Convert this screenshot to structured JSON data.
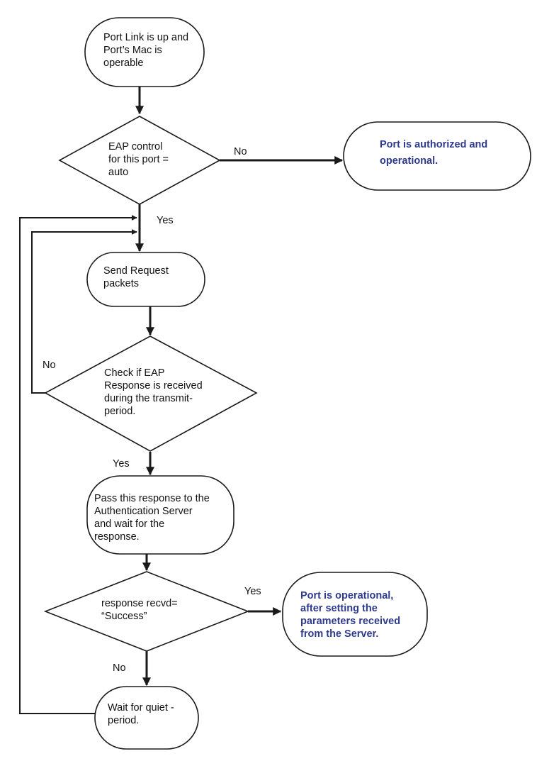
{
  "nodes": {
    "start": [
      "Port Link is up and",
      "Port’s Mac is",
      "operable"
    ],
    "eap_control": [
      "EAP control",
      "for this port =",
      "auto"
    ],
    "authorized": [
      "Port is authorized and",
      "operational."
    ],
    "send_request": [
      "Send Request",
      "packets"
    ],
    "check_response": [
      "Check if EAP",
      "Response is received",
      "during the transmit-",
      "period."
    ],
    "pass_response": [
      "Pass this response to the",
      "Authentication Server",
      "and wait for the",
      "response."
    ],
    "response_success": [
      "response recvd=",
      "“Success”"
    ],
    "operational": [
      "Port is operational,",
      "after setting the",
      "parameters received",
      "from the Server."
    ],
    "wait_quiet": [
      "Wait for quiet -",
      "period."
    ]
  },
  "edge_labels": {
    "eap_no": "No",
    "eap_yes": "Yes",
    "check_no": "No",
    "check_yes": "Yes",
    "success_yes": "Yes",
    "success_no": "No"
  },
  "colors": {
    "outcome_text": "#2e3a8c",
    "stroke": "#1a1a1a"
  }
}
